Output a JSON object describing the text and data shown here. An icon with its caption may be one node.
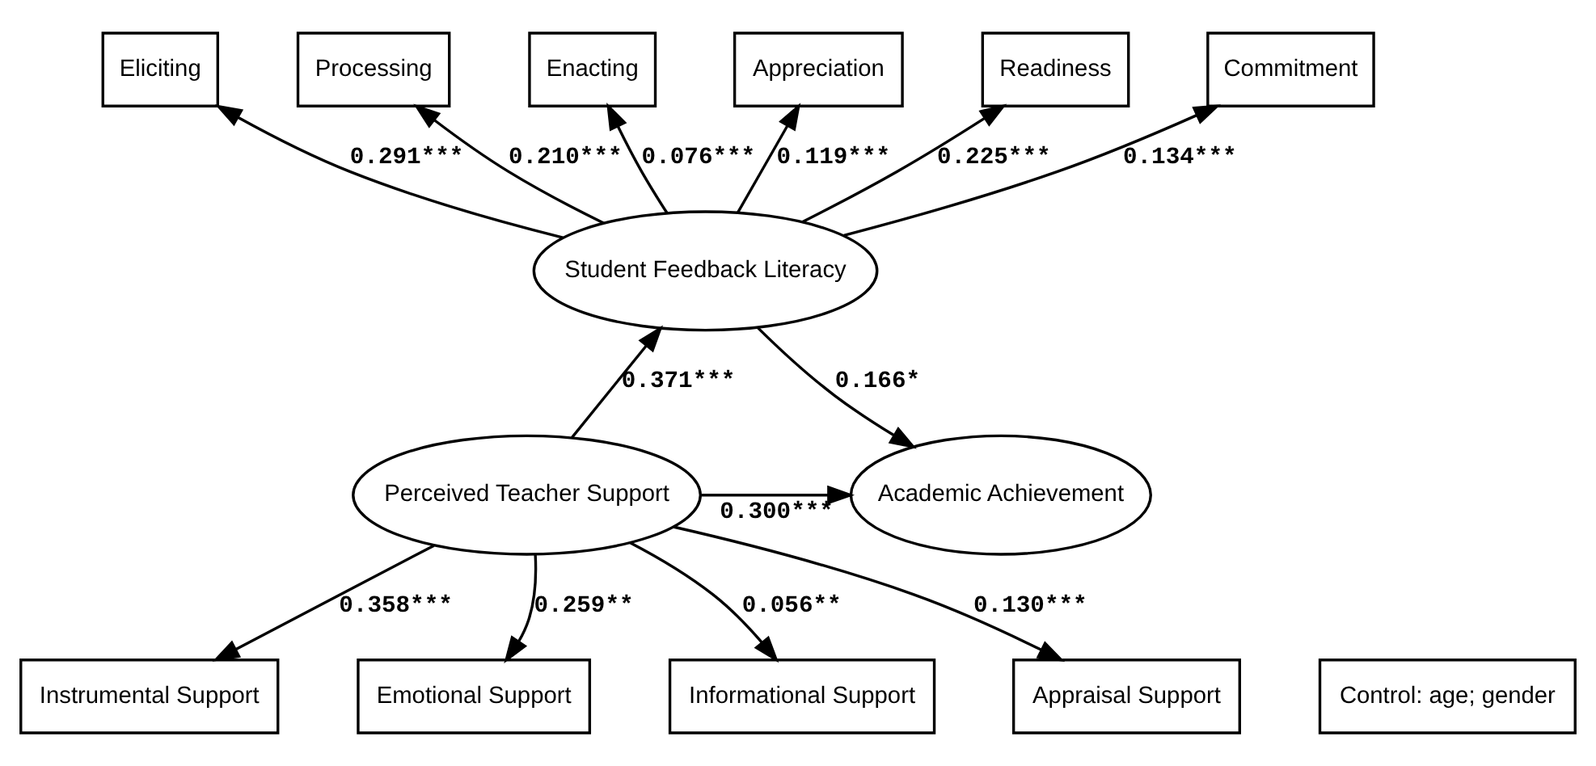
{
  "diagram": {
    "nodes": [
      {
        "text": [
          "Eliciting"
        ]
      },
      {
        "text": [
          "Processing"
        ]
      },
      {
        "text": [
          "Enacting"
        ]
      },
      {
        "text": [
          "Appreciation"
        ]
      },
      {
        "text": [
          "Readiness"
        ]
      },
      {
        "text": [
          "Commitment"
        ]
      },
      {
        "text": [
          "Student Feedback Literacy"
        ]
      },
      {
        "text": [
          "Instrumental Support"
        ]
      },
      {
        "text": [
          "Emotional Support"
        ]
      },
      {
        "text": [
          "Informational Support"
        ]
      },
      {
        "text": [
          "Appraisal Support"
        ]
      },
      {
        "text": [
          "Perceived Teacher Support"
        ]
      },
      {
        "text": [
          "Academic Achievement"
        ]
      },
      {
        "text": [
          "Control: age; gender"
        ]
      }
    ],
    "edges": [
      {
        "from": 6,
        "to": 0,
        "arrow": "to",
        "label": "0.291***"
      },
      {
        "from": 6,
        "to": 1,
        "arrow": "to",
        "label": "0.210***"
      },
      {
        "from": 6,
        "to": 2,
        "arrow": "to",
        "label": "0.076***"
      },
      {
        "from": 6,
        "to": 3,
        "arrow": "to",
        "label": "0.119***"
      },
      {
        "from": 6,
        "to": 4,
        "arrow": "to",
        "label": "0.225***"
      },
      {
        "from": 6,
        "to": 5,
        "arrow": "to",
        "label": "0.134***"
      },
      {
        "from": 11,
        "to": 7,
        "arrow": "to",
        "label": "0.358***"
      },
      {
        "from": 11,
        "to": 8,
        "arrow": "to",
        "label": "0.259**"
      },
      {
        "from": 11,
        "to": 9,
        "arrow": "to",
        "label": "0.056**"
      },
      {
        "from": 11,
        "to": 10,
        "arrow": "to",
        "label": "0.130***"
      },
      {
        "from": 11,
        "to": 6,
        "arrow": "to",
        "label": "0.371***"
      },
      {
        "from": 6,
        "to": 12,
        "arrow": "to",
        "label": "0.166*"
      },
      {
        "from": 11,
        "to": 12,
        "arrow": "to",
        "label": "0.300***"
      }
    ]
  }
}
